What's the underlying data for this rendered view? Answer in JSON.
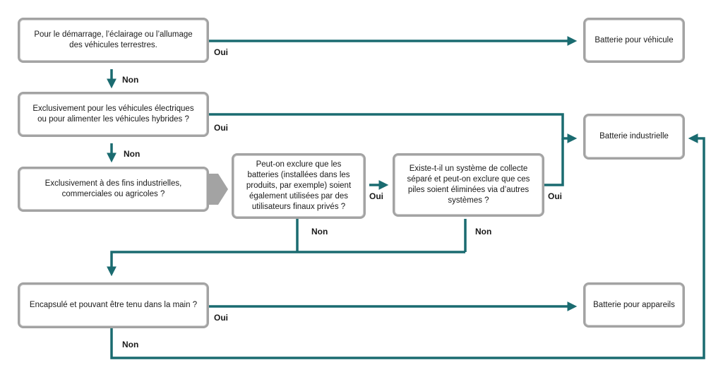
{
  "flowchart": {
    "questions": {
      "q1": "Pour le démarrage, l’éclairage ou l’allumage des véhicules terrestres.",
      "q2": "Exclusivement pour les véhicules électriques ou pour alimenter les véhicules hybrides ?",
      "q3": "Exclusivement à des fins industrielles, commerciales ou agricoles ?",
      "q4": "Peut-on exclure que les batteries (installées dans les produits, par exemple) soient également utilisées par des utilisateurs finaux privés ?",
      "q5": "Existe-t-il un système de collecte séparé et peut-on exclure que ces piles soient éliminées via d’autres systèmes ?",
      "q6": "Encapsulé et pouvant être tenu dans la main ?"
    },
    "results": {
      "vehicle": "Batterie pour véhicule",
      "industrial": "Batterie industrielle",
      "appliance": "Batterie pour appareils"
    },
    "labels": {
      "yes": "Oui",
      "no": "Non"
    }
  },
  "colors": {
    "arrow": "#1a6b70",
    "box_border": "#a3a3a3",
    "gray_arrow": "#a3a3a3"
  }
}
